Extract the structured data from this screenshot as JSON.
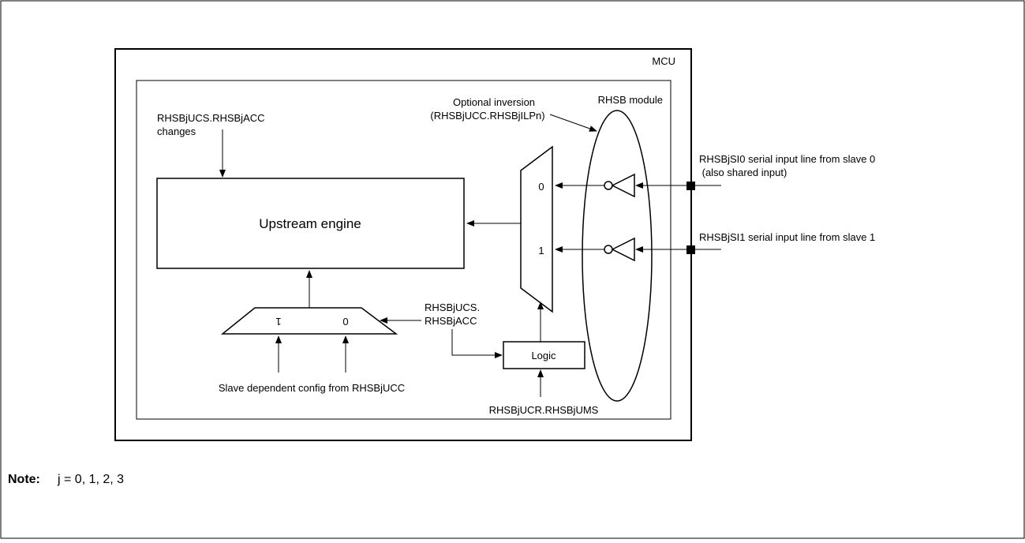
{
  "diagram": {
    "outer_label": "MCU",
    "module_label": "RHSB module",
    "engine_label": "Upstream engine",
    "acc_change_label_line1": "RHSBjUCS.RHSBjACC",
    "acc_change_label_line2": "changes",
    "inversion_label_line1": "Optional inversion",
    "inversion_label_line2": "(RHSBjUCC.RHSBjILPn)",
    "mux_input_0": "0",
    "mux_input_1": "1",
    "si0_label_line1": "RHSBjSI0 serial input line from slave 0",
    "si0_label_line2": " (also shared input)",
    "si1_label": "RHSBjSI1 serial input line from slave 1",
    "sel_label_line1": "RHSBjUCS.",
    "sel_label_line2": "RHSBjACC",
    "lower_mux_input_1": "1",
    "lower_mux_input_0": "0",
    "slave_config_label": "Slave dependent config from RHSBjUCC",
    "logic_label": "Logic",
    "ums_label": "RHSBjUCR.RHSBjUMS"
  },
  "note": {
    "label": "Note:",
    "text": "j = 0, 1, 2, 3"
  }
}
